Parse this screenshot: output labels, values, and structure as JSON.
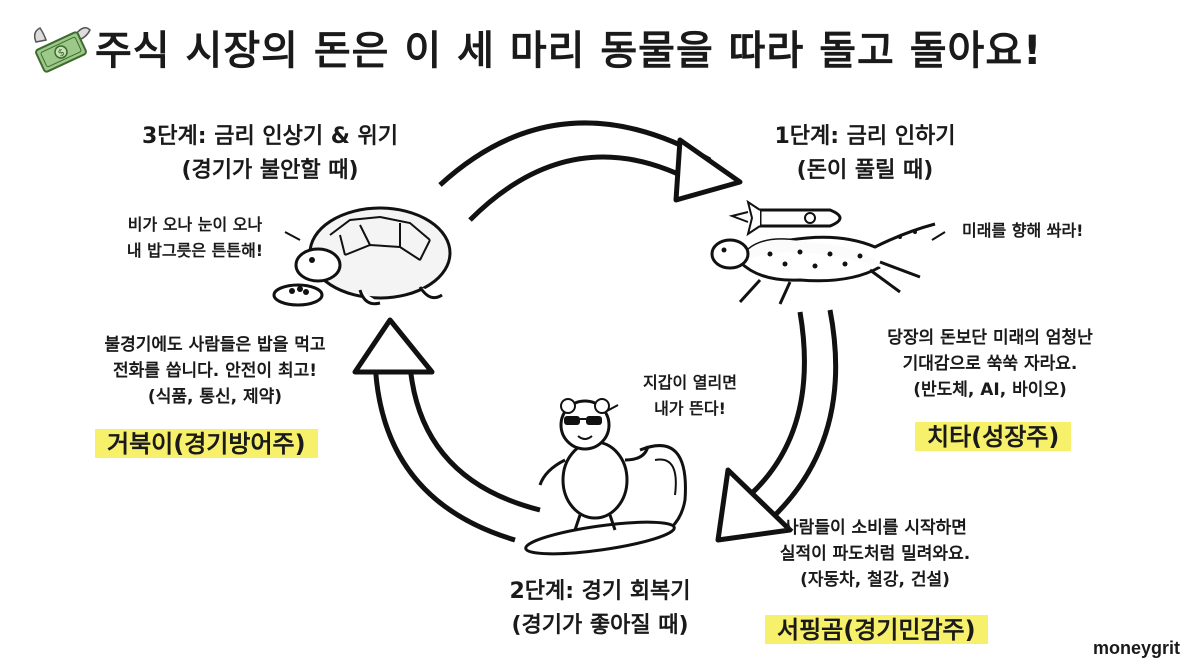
{
  "title": "주식 시장의 돈은 이 세 마리 동물을 따라 돌고 돌아요!",
  "title_icon": "money-with-wings-icon",
  "stages": {
    "defensive": {
      "stage_line1": "3단계: 금리 인상기 & 위기",
      "stage_line2": "(경기가 불안할 때)",
      "speech_line1": "비가 오나 눈이 오나",
      "speech_line2": "내 밥그릇은 튼튼해!",
      "desc_line1": "불경기에도 사람들은 밥을 먹고",
      "desc_line2": "전화를 씁니다. 안전이 최고!",
      "desc_line3": "(식품, 통신, 제약)",
      "label": "거북이(경기방어주)",
      "icon": "turtle-icon"
    },
    "growth": {
      "stage_line1": "1단계: 금리 인하기",
      "stage_line2": "(돈이 풀릴 때)",
      "speech": "미래를 향해 쏴라!",
      "desc_line1": "당장의 돈보단 미래의 엄청난",
      "desc_line2": "기대감으로 쑥쑥 자라요.",
      "desc_line3": "(반도체, AI, 바이오)",
      "label": "치타(성장주)",
      "icon": "cheetah-rocket-icon"
    },
    "cyclical": {
      "stage_line1": "2단계: 경기 회복기",
      "stage_line2": "(경기가 좋아질 때)",
      "speech_line1": "지갑이 열리면",
      "speech_line2": "내가 뜬다!",
      "desc_line1": "사람들이 소비를 시작하면",
      "desc_line2": "실적이 파도처럼 밀려와요.",
      "desc_line3": "(자동차, 철강, 건설)",
      "label": "서핑곰(경기민감주)",
      "icon": "surfing-bear-icon"
    }
  },
  "highlight_color": "#f6f06a",
  "brand": "moneygrit"
}
